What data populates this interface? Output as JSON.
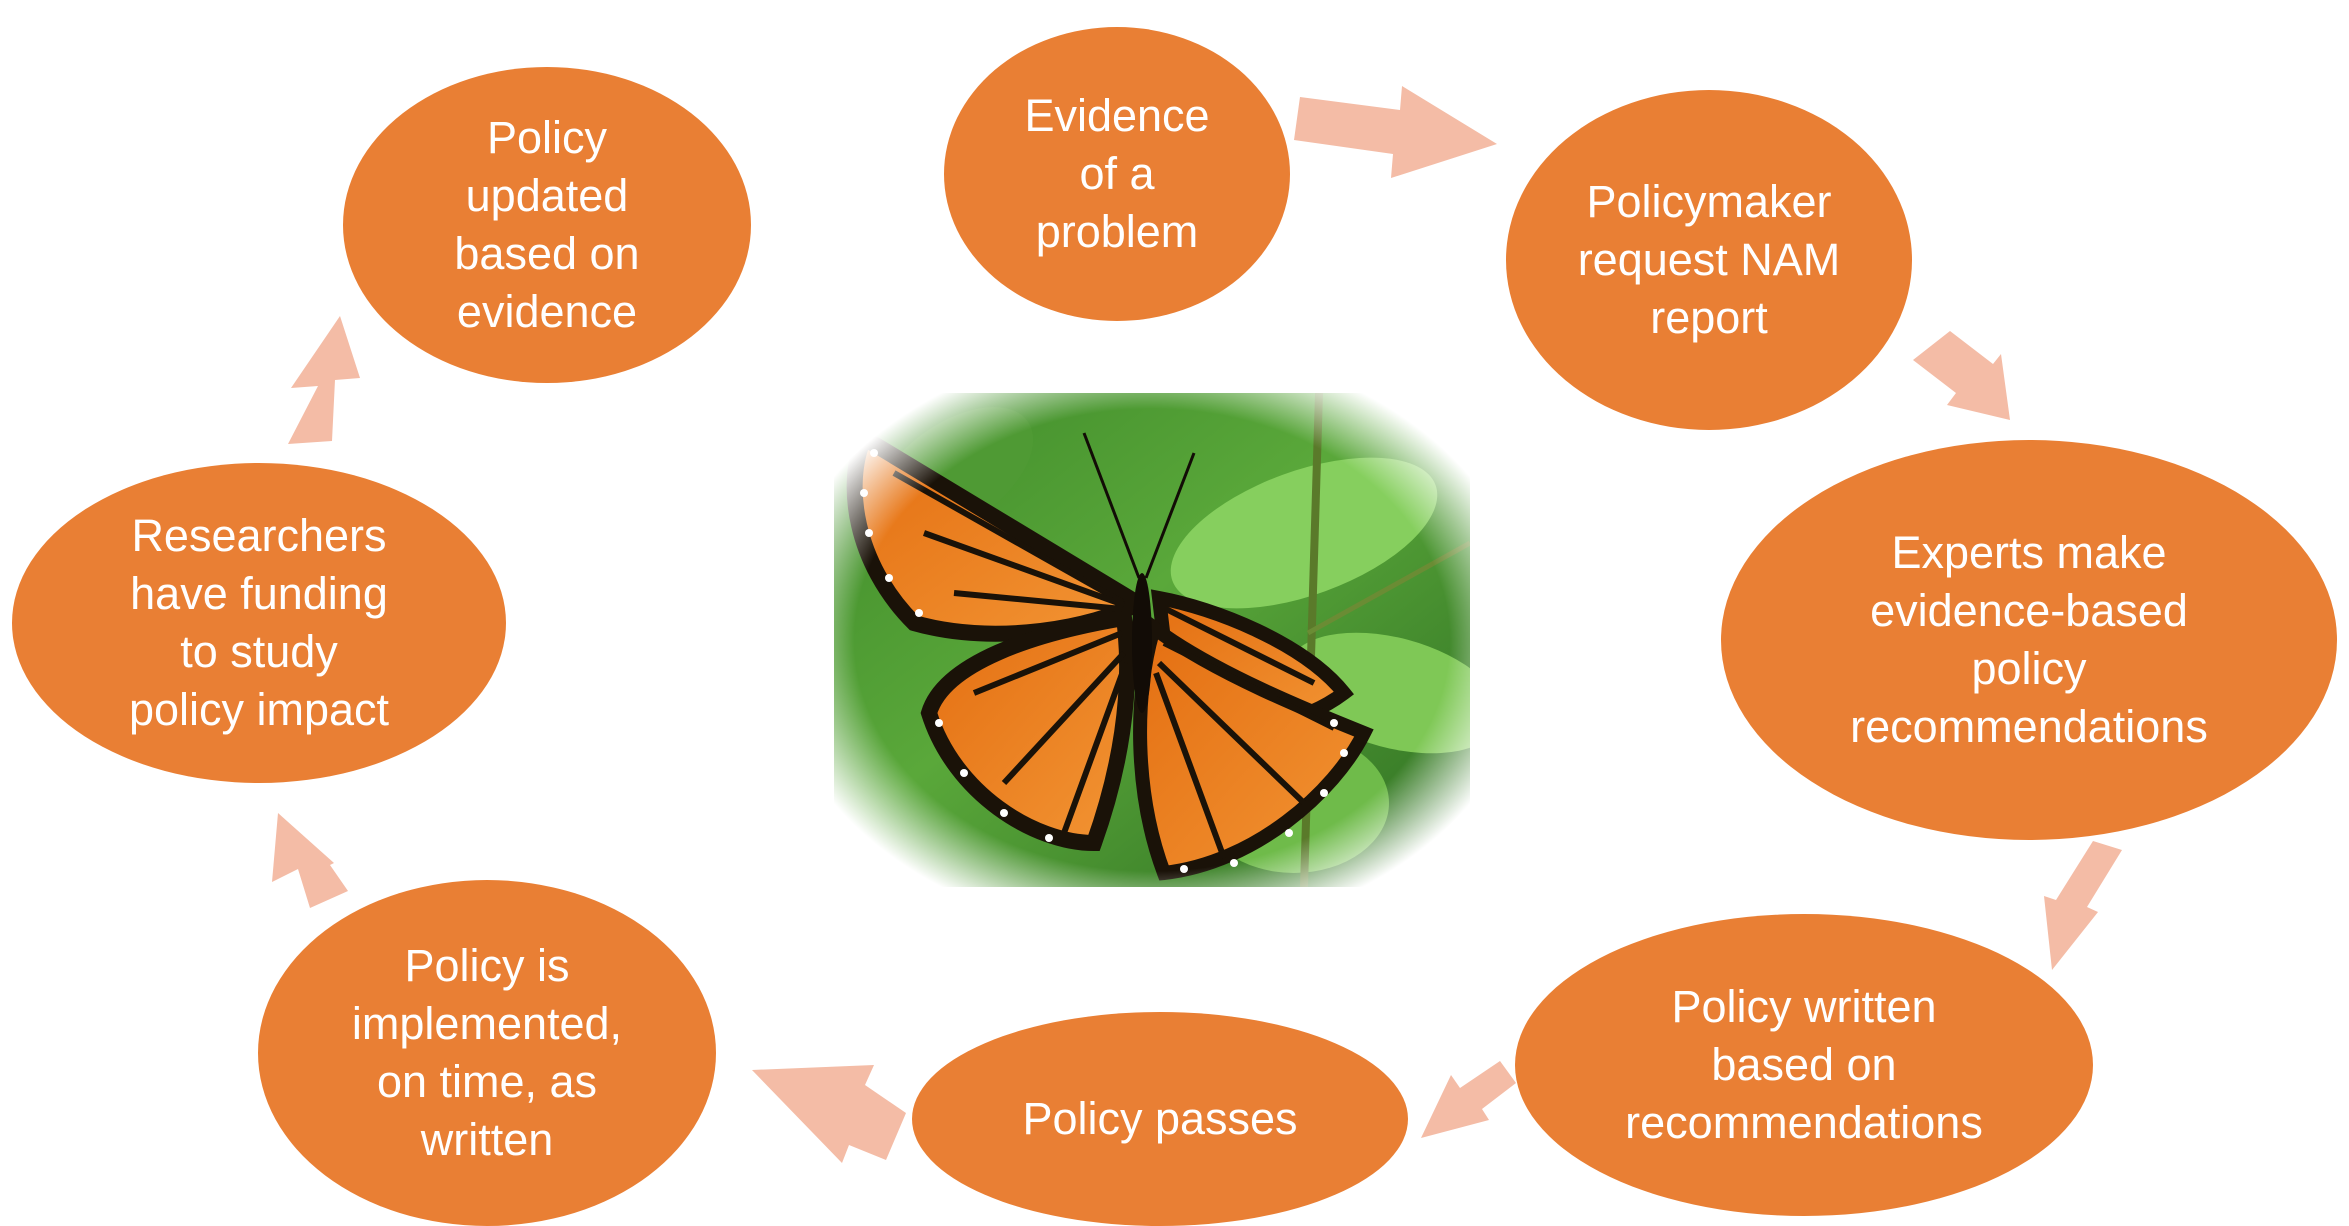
{
  "nodes": [
    {
      "id": "evidence",
      "text": "Evidence\nof a\nproblem"
    },
    {
      "id": "request",
      "text": "Policymaker\nrequest NAM\nreport"
    },
    {
      "id": "experts",
      "text": "Experts make\nevidence-based\npolicy\nrecommendations"
    },
    {
      "id": "written",
      "text": "Policy written\nbased on\nrecommendations"
    },
    {
      "id": "passes",
      "text": "Policy passes"
    },
    {
      "id": "implemented",
      "text": "Policy is\nimplemented,\non time, as\nwritten"
    },
    {
      "id": "researchers",
      "text": "Researchers\nhave funding\nto study\npolicy impact"
    },
    {
      "id": "updated",
      "text": "Policy\nupdated\nbased on\nevidence"
    }
  ],
  "colors": {
    "node": "#e97f34",
    "arrow": "#f4bca6",
    "text": "#ffffff"
  },
  "center_image": "butterfly-photo"
}
